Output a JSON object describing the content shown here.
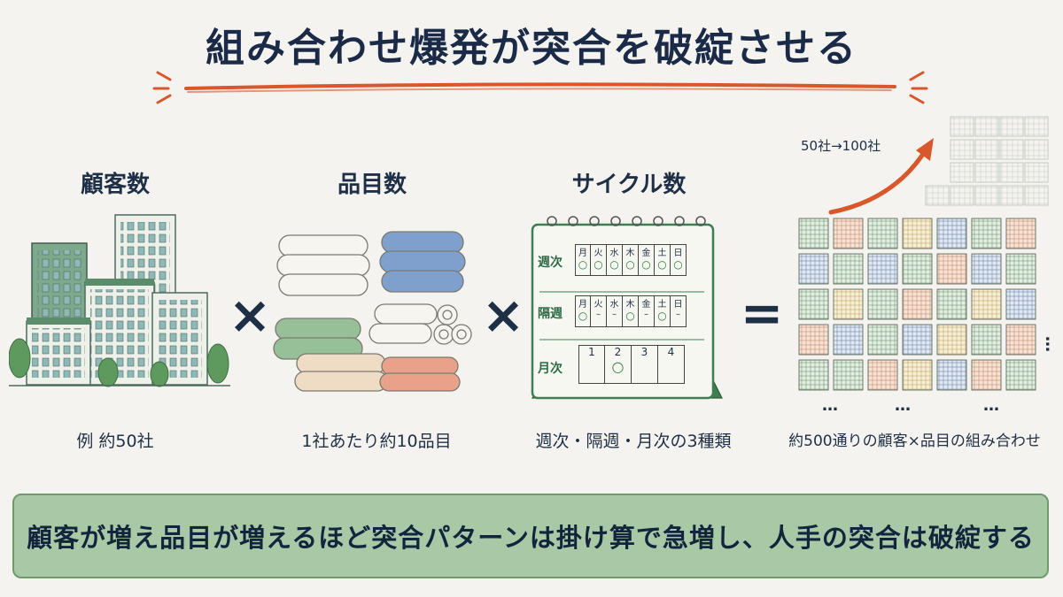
{
  "title": "組み合わせ爆発が突合を破綻させる",
  "columns": [
    {
      "label": "顧客数",
      "caption": "例 約50社"
    },
    {
      "label": "品目数",
      "caption": "1社あたり約10品目"
    },
    {
      "label": "サイクル数",
      "caption": "週次・隔週・月次の3種類"
    }
  ],
  "operators": {
    "times": "×",
    "equals": "="
  },
  "calendar": {
    "weekly": {
      "label": "週次",
      "days": [
        "月",
        "火",
        "水",
        "木",
        "金",
        "土",
        "日"
      ]
    },
    "biweekly": {
      "label": "隔週",
      "days": [
        "月",
        "火",
        "水",
        "木",
        "金",
        "土",
        "日"
      ]
    },
    "monthly": {
      "label": "月次",
      "weeks": [
        "1",
        "2",
        "3",
        "4"
      ]
    }
  },
  "growth_label": "50社→100社",
  "result_caption": "約500通りの顧客×品目の組み合わせ",
  "ellipsis": "…",
  "banner": "顧客が増え品目が増えるほど突合パターンは掛け算で急増し、人手の突合は破綻する",
  "colors": {
    "accent_orange": "#d9582b",
    "navy": "#1b2b47",
    "banner_green": "#a9c8a6",
    "calendar_green": "#3f7d52"
  }
}
